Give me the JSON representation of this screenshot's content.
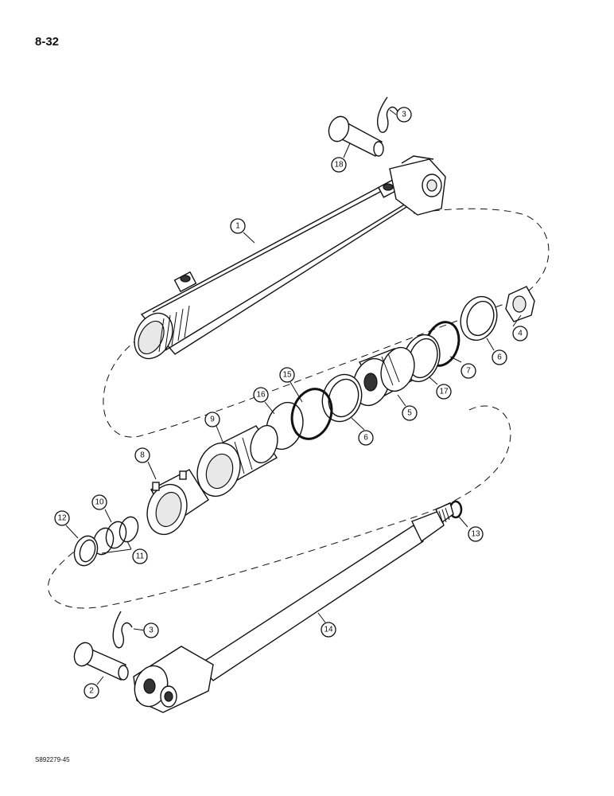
{
  "page": {
    "number": "8-32",
    "figure_code": "S892279-45"
  },
  "callouts": {
    "c1": "1",
    "c2": "2",
    "c3a": "3",
    "c3b": "3",
    "c4": "4",
    "c5": "5",
    "c6a": "6",
    "c6b": "6",
    "c7": "7",
    "c8": "8",
    "c9": "9",
    "c10": "10",
    "c11": "11",
    "c12": "12",
    "c13": "13",
    "c14": "14",
    "c15": "15",
    "c16": "16",
    "c17": "17",
    "c18": "18"
  }
}
